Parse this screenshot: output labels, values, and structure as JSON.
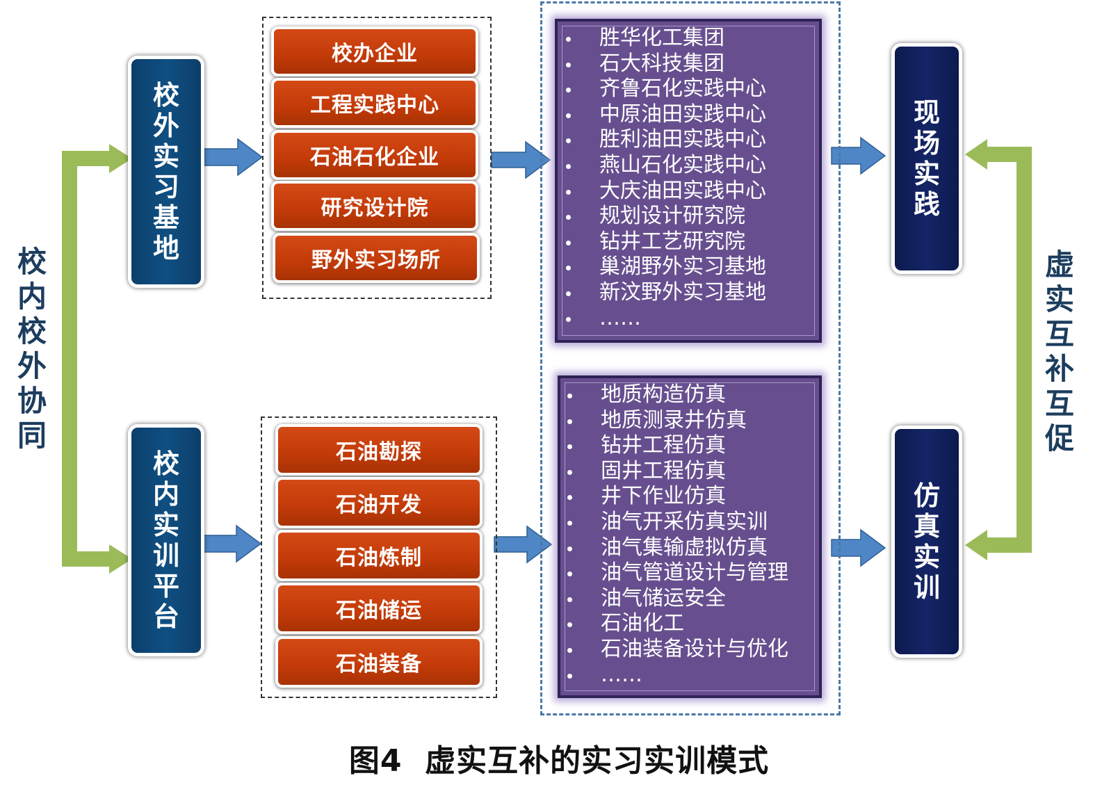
{
  "left_label": "校内校外协同",
  "right_label": "虚实互补互促",
  "top_row": {
    "category": "校外实习基地",
    "items": [
      "校办企业",
      "工程实践中心",
      "石油石化企业",
      "研究设计院",
      "野外实习场所"
    ],
    "list": [
      "胜华化工集团",
      "石大科技集团",
      "齐鲁石化实践中心",
      "中原油田实践中心",
      "胜利油田实践中心",
      "燕山石化实践中心",
      "大庆油田实践中心",
      "规划设计研究院",
      "钻井工艺研究院",
      "巢湖野外实习基地",
      "新汶野外实习基地",
      "……"
    ],
    "outcome": "现场实践"
  },
  "bottom_row": {
    "category": "校内实训平台",
    "items": [
      "石油勘探",
      "石油开发",
      "石油炼制",
      "石油储运",
      "石油装备"
    ],
    "list": [
      "地质构造仿真",
      "地质测录井仿真",
      "钻井工程仿真",
      "固井工程仿真",
      "井下作业仿真",
      "油气开采仿真实训",
      "油气集输虚拟仿真",
      "油气管道设计与管理",
      "油气储运安全",
      "石油化工",
      "石油装备设计与优化",
      "……"
    ],
    "outcome": "仿真实训"
  },
  "caption": "图4  虚实互补的实习实训模式",
  "colors": {
    "category_box": "#0c3f6a",
    "outcome_box": "#0d1a4f",
    "item_button": "#c23a08",
    "list_panel": "#674f8f",
    "arrow_blue": "#4f86c6",
    "connector_green": "#9bbb59",
    "side_text": "#1c3d5e"
  }
}
